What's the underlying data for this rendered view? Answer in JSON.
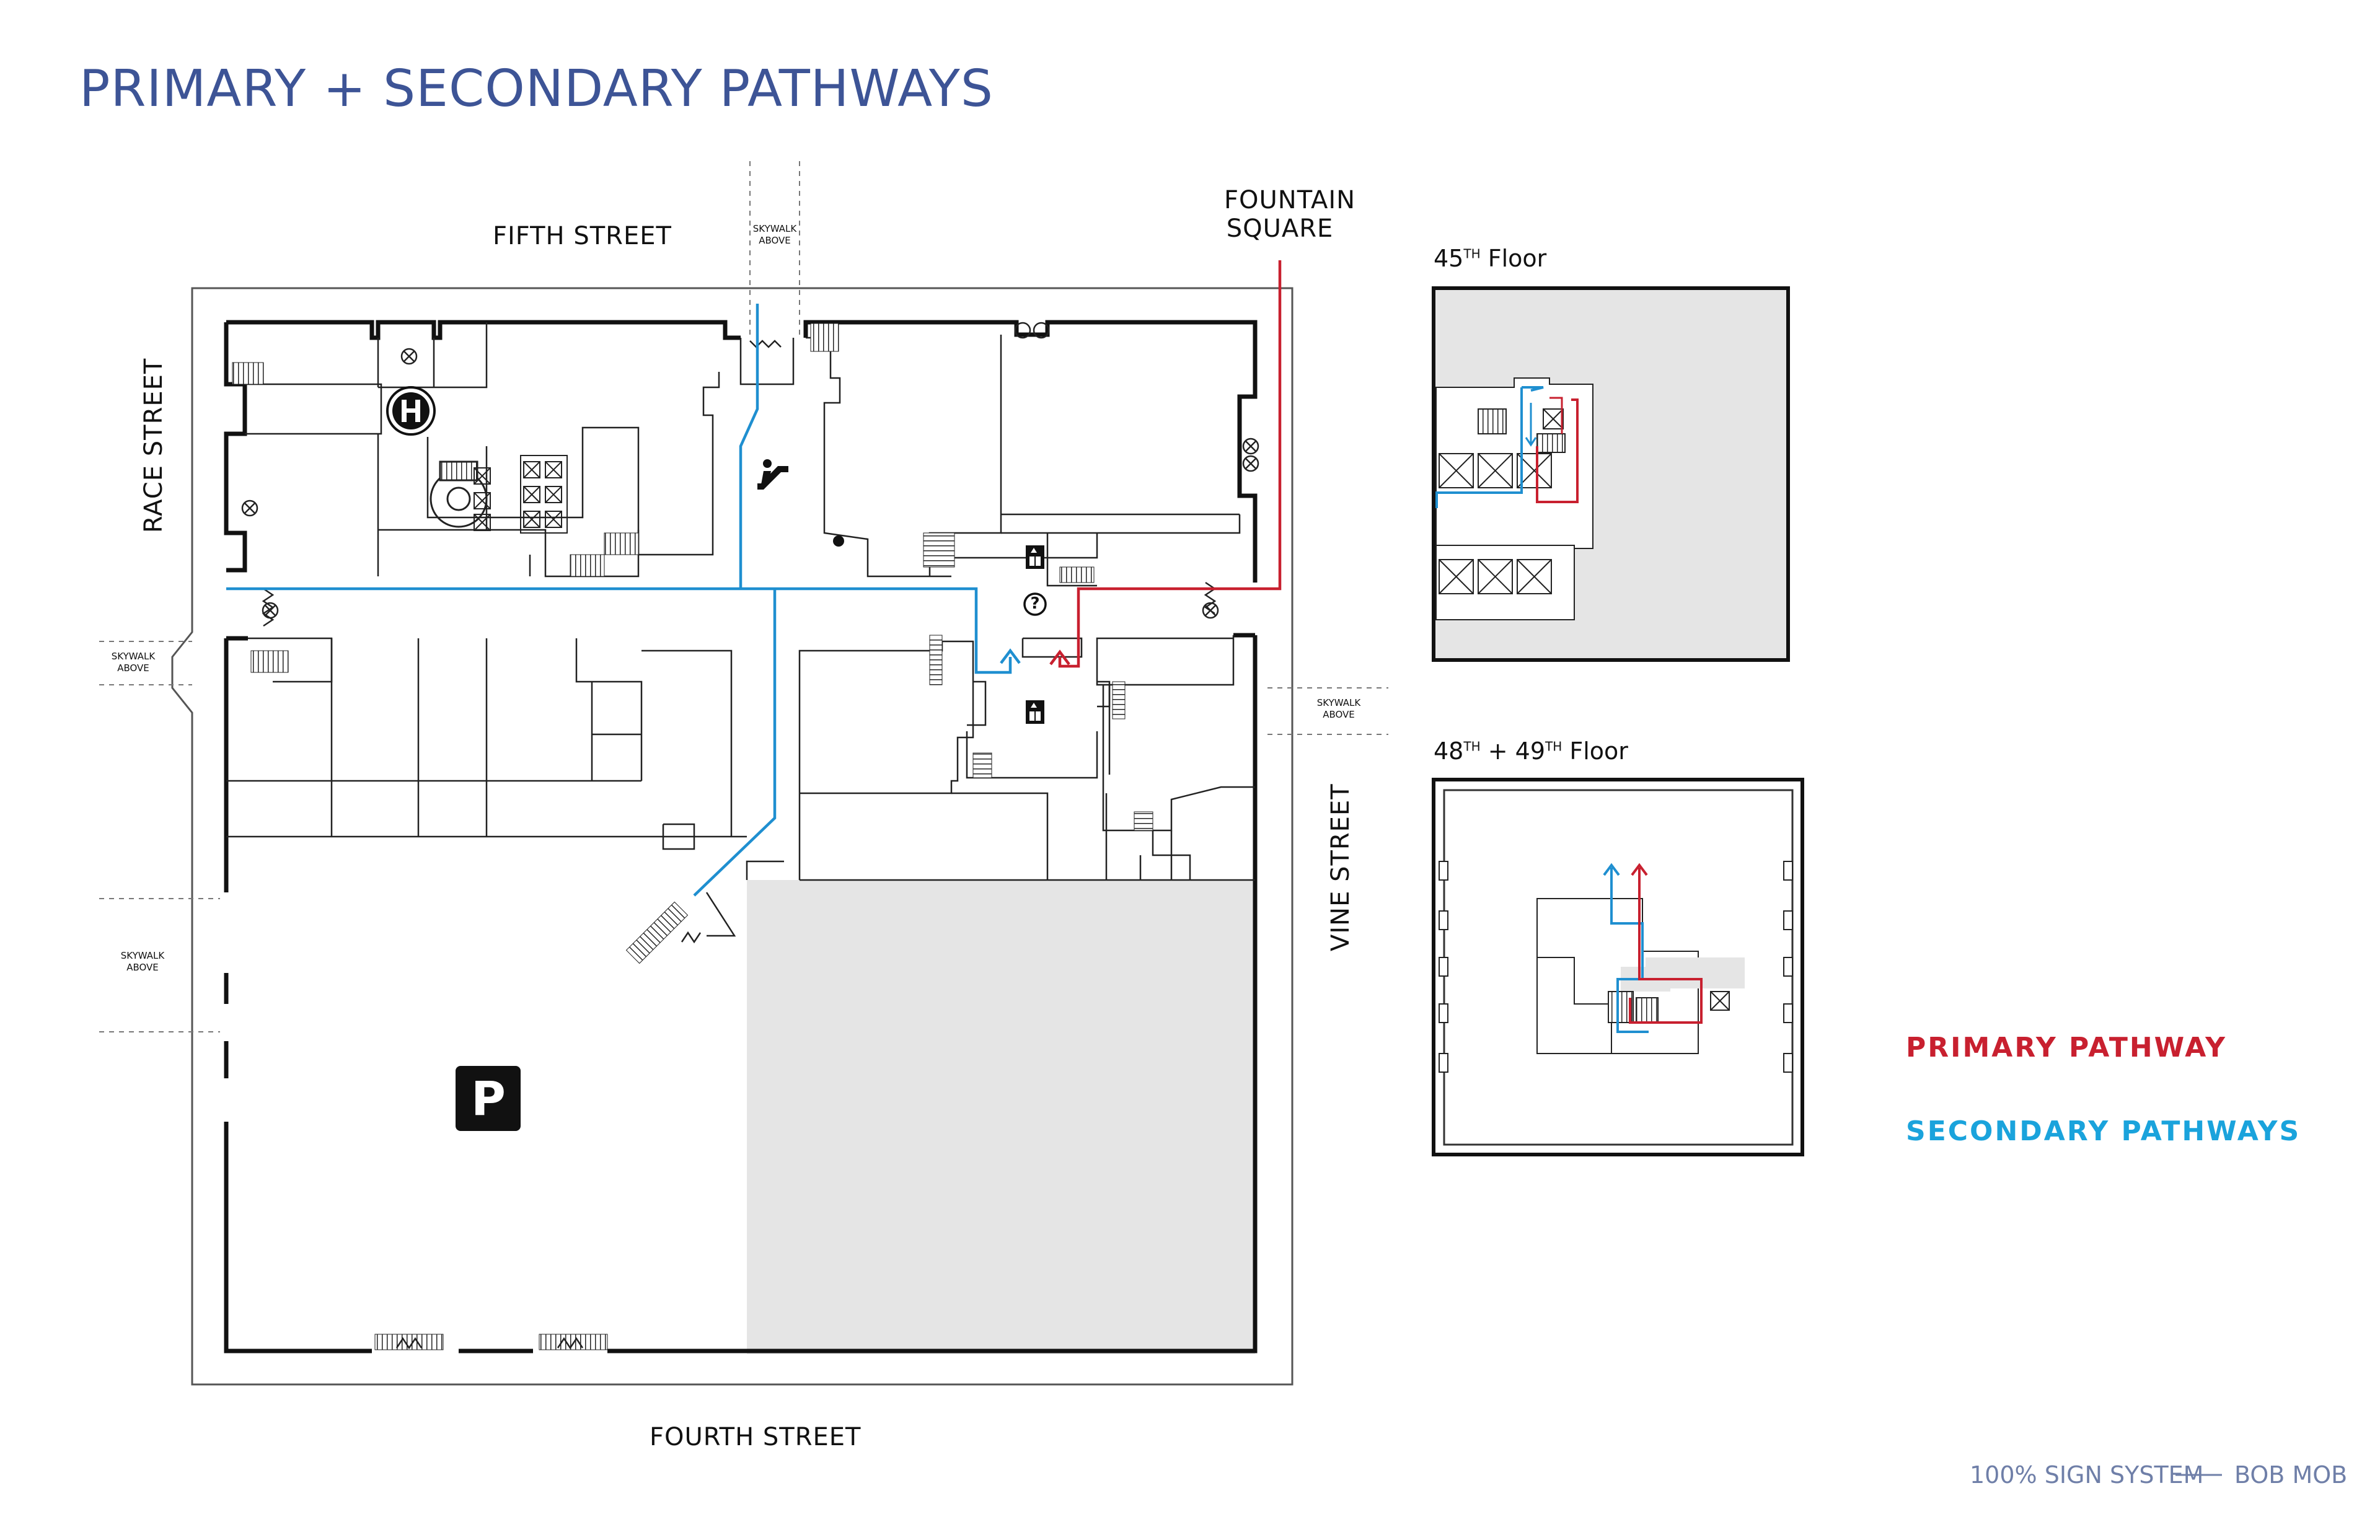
{
  "title": "PRIMARY + SECONDARY PATHWAYS",
  "streets": {
    "fifth": "FIFTH STREET",
    "fourth": "FOURTH STREET",
    "race": "RACE STREET",
    "vine": "VINE STREET",
    "fountain_line1": "FOUNTAIN",
    "fountain_line2": "SQUARE"
  },
  "skywalk": {
    "line1": "SKYWALK",
    "line2": "ABOVE"
  },
  "parking_symbol": "P",
  "info_symbol": "?",
  "floors": {
    "floor45": {
      "num": "45",
      "sup": "TH",
      "word": "Floor"
    },
    "floor4849": {
      "num_a": "48",
      "sup_a": "TH",
      "plus": "+",
      "num_b": "49",
      "sup_b": "TH",
      "word": "Floor"
    }
  },
  "legend": {
    "primary": {
      "label": "PRIMARY PATHWAY",
      "color": "#c8202f"
    },
    "secondary": {
      "label": "SECONDARY PATHWAYS",
      "color": "#1aa3dc"
    }
  },
  "footer": {
    "left": "100% SIGN SYSTEM",
    "right": "BOB MOB"
  },
  "icons": [
    "hilton-logo-icon",
    "escalator-icon",
    "elevator-icon",
    "info-icon",
    "revolving-door-icon",
    "stair-icon",
    "parking-icon"
  ]
}
